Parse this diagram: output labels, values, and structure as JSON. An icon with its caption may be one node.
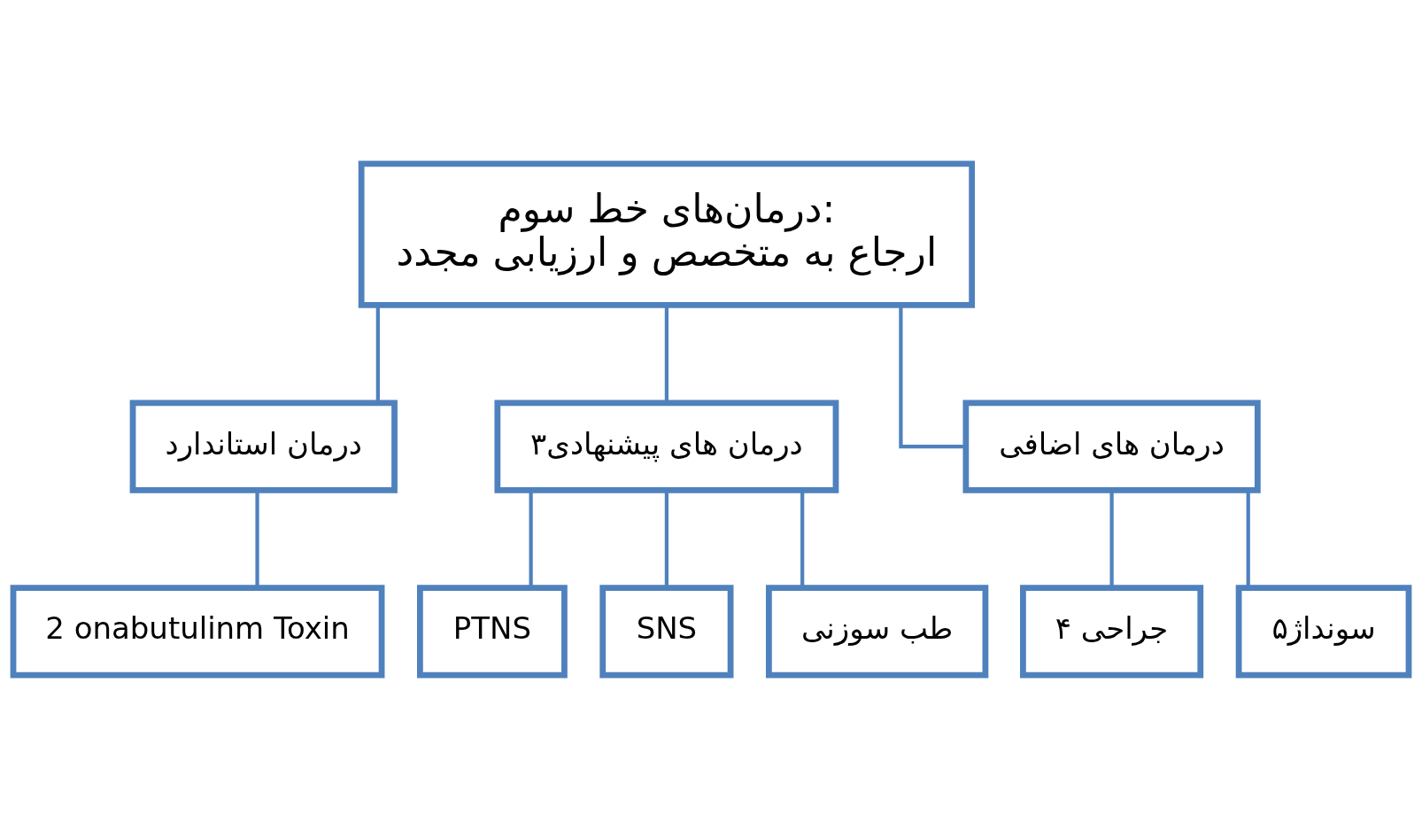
{
  "diagram": {
    "nodes": [
      {
        "text": [
          "درمان‌های خط سوم:",
          "ارجاع به متخصص و ارزیابی مجدد"
        ]
      },
      {
        "text": [
          "درمان استاندارد"
        ]
      },
      {
        "text": [
          "درمان های پیشنهادی۳"
        ]
      },
      {
        "text": [
          "درمان های اضافی"
        ]
      },
      {
        "text": [
          "2 onabutulinm Toxin"
        ]
      },
      {
        "text": [
          "PTNS"
        ]
      },
      {
        "text": [
          "SNS"
        ]
      },
      {
        "text": [
          "طب سوزنی"
        ]
      },
      {
        "text": [
          "جراحی ۴"
        ]
      },
      {
        "text": [
          "سونداژ۵"
        ]
      }
    ],
    "edges": [
      {
        "from": 0,
        "to": 1,
        "arrow": "none"
      },
      {
        "from": 0,
        "to": 2,
        "arrow": "none"
      },
      {
        "from": 0,
        "to": 3,
        "arrow": "none"
      },
      {
        "from": 1,
        "to": 4,
        "arrow": "none"
      },
      {
        "from": 2,
        "to": 5,
        "arrow": "none"
      },
      {
        "from": 2,
        "to": 6,
        "arrow": "none"
      },
      {
        "from": 2,
        "to": 7,
        "arrow": "none"
      },
      {
        "from": 3,
        "to": 8,
        "arrow": "none"
      },
      {
        "from": 3,
        "to": 9,
        "arrow": "none"
      }
    ]
  }
}
